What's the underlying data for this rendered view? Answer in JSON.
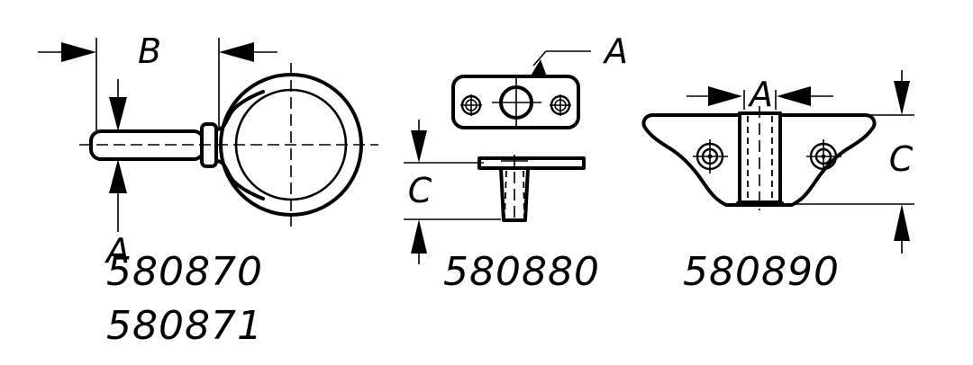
{
  "drawing": {
    "title": "Eye ring and base plate assembly dimensioned drawing",
    "background_color": "#ffffff",
    "line_color": "#000000",
    "views": [
      {
        "id": "view-left",
        "name": "ring-handle-side-view",
        "part_numbers": [
          "580870",
          "580871"
        ],
        "dimension_labels": [
          "B",
          "A"
        ],
        "features": [
          "ring",
          "shaft",
          "collar",
          "centerline"
        ]
      },
      {
        "id": "view-middle",
        "name": "base-plate-top-and-side-view",
        "part_numbers": [
          "580880"
        ],
        "dimension_labels": [
          "A",
          "C"
        ],
        "features": [
          "top-plate",
          "center-hole",
          "screw-hole-left",
          "screw-hole-right",
          "boss",
          "leader-line"
        ]
      },
      {
        "id": "view-right",
        "name": "winged-base-front-view",
        "part_numbers": [
          "580890"
        ],
        "dimension_labels": [
          "A",
          "C"
        ],
        "features": [
          "wing-body",
          "screw-hole-left",
          "screw-hole-right",
          "boss",
          "hidden-lines"
        ]
      }
    ],
    "labels": {
      "left_dim_b": "B",
      "left_dim_a": "A",
      "left_part_1": "580870",
      "left_part_2": "580871",
      "middle_dim_a": "A",
      "middle_dim_c": "C",
      "middle_part_1": "580880",
      "right_dim_a": "A",
      "right_dim_c": "C",
      "right_part_1": "580890"
    },
    "colors": {
      "stroke": "#000000",
      "fill": "#ffffff"
    }
  }
}
